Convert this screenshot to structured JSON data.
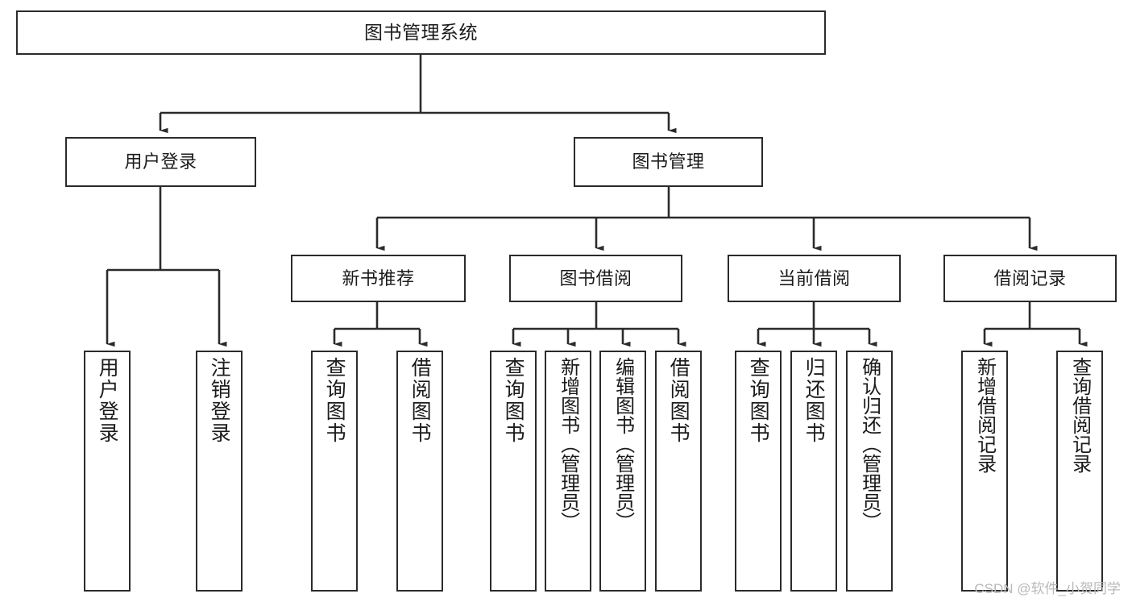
{
  "diagram": {
    "title": "图书管理系统",
    "type": "tree",
    "root": {
      "id": "root",
      "label": "图书管理系统",
      "orientation": "horizontal"
    },
    "level1": [
      {
        "id": "user-login",
        "label": "用户登录",
        "orientation": "horizontal"
      },
      {
        "id": "book-management",
        "label": "图书管理",
        "orientation": "horizontal"
      }
    ],
    "level2": [
      {
        "id": "new-book-recommend",
        "label": "新书推荐",
        "orientation": "horizontal",
        "parent": "book-management"
      },
      {
        "id": "book-borrow",
        "label": "图书借阅",
        "orientation": "horizontal",
        "parent": "book-management"
      },
      {
        "id": "current-borrow",
        "label": "当前借阅",
        "orientation": "horizontal",
        "parent": "book-management"
      },
      {
        "id": "borrow-record",
        "label": "借阅记录",
        "orientation": "horizontal",
        "parent": "book-management"
      }
    ],
    "leaves": [
      {
        "id": "leaf-user-login",
        "label": "用户登录",
        "parent": "user-login",
        "orientation": "vertical"
      },
      {
        "id": "leaf-logout-login",
        "label": "注销登录",
        "parent": "user-login",
        "orientation": "vertical"
      },
      {
        "id": "leaf-query-book-1",
        "label": "查询图书",
        "parent": "new-book-recommend",
        "orientation": "vertical"
      },
      {
        "id": "leaf-borrow-book-1",
        "label": "借阅图书",
        "parent": "new-book-recommend",
        "orientation": "vertical"
      },
      {
        "id": "leaf-query-book-2",
        "label": "查询图书",
        "parent": "book-borrow",
        "orientation": "vertical"
      },
      {
        "id": "leaf-add-book",
        "label": "新增图书（管理员）",
        "parent": "book-borrow",
        "orientation": "vertical"
      },
      {
        "id": "leaf-edit-book",
        "label": "编辑图书（管理员）",
        "parent": "book-borrow",
        "orientation": "vertical"
      },
      {
        "id": "leaf-borrow-book-2",
        "label": "借阅图书",
        "parent": "book-borrow",
        "orientation": "vertical"
      },
      {
        "id": "leaf-query-book-3",
        "label": "查询图书",
        "parent": "current-borrow",
        "orientation": "vertical"
      },
      {
        "id": "leaf-return-book",
        "label": "归还图书",
        "parent": "current-borrow",
        "orientation": "vertical"
      },
      {
        "id": "leaf-confirm-return",
        "label": "确认归还（管理员）",
        "parent": "current-borrow",
        "orientation": "vertical"
      },
      {
        "id": "leaf-add-record",
        "label": "新增借阅记录",
        "parent": "borrow-record",
        "orientation": "vertical"
      },
      {
        "id": "leaf-query-record",
        "label": "查询借阅记录",
        "parent": "borrow-record",
        "orientation": "vertical"
      }
    ],
    "watermark": "CSDN @软件_小贺同学",
    "colors": {
      "stroke": "#2b2b2b",
      "background": "#ffffff",
      "text": "#1b1b1b",
      "watermark": "#b9b9b9"
    }
  }
}
